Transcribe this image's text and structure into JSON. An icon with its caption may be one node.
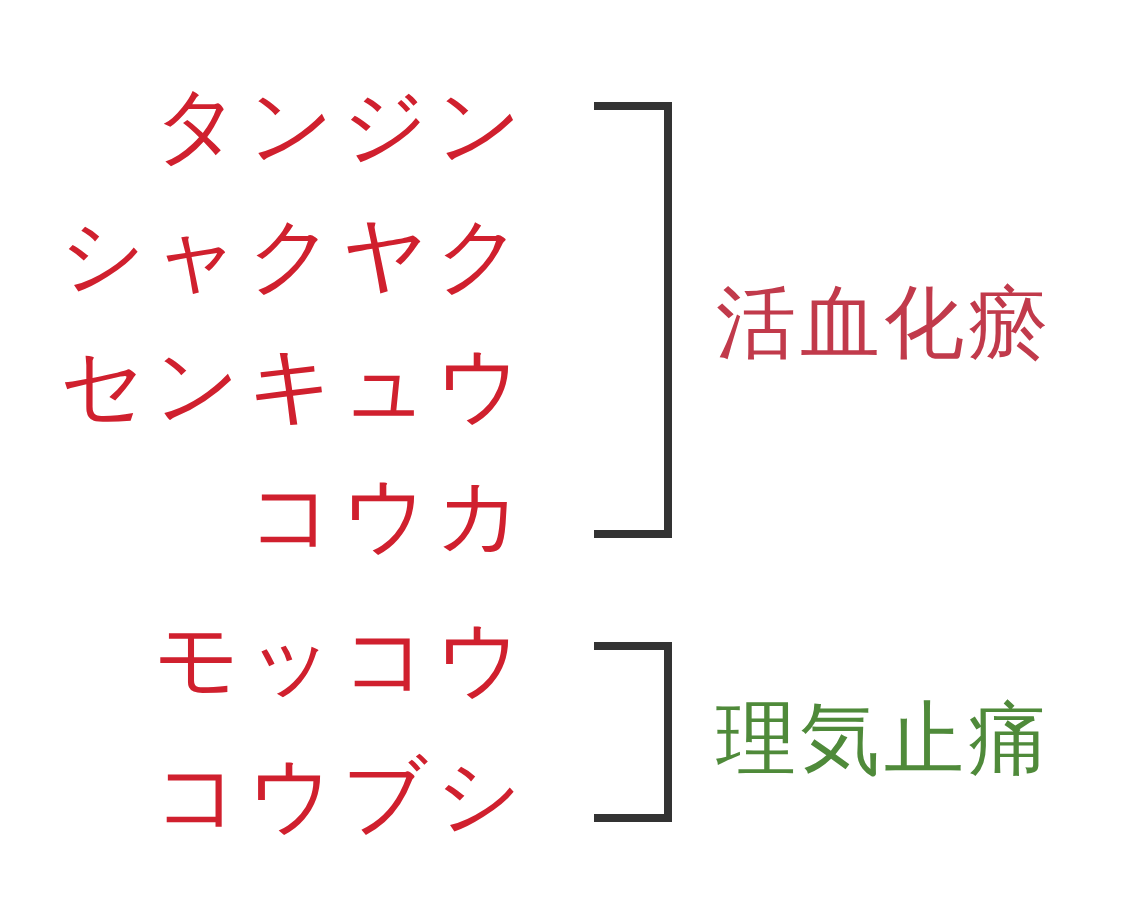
{
  "diagram": {
    "labels": [
      "タンジン",
      "シャクヤク",
      "センキュウ",
      "コウカ",
      "活血化瘀",
      "モッコウ",
      "コウブシ",
      "理気止痛"
    ]
  }
}
